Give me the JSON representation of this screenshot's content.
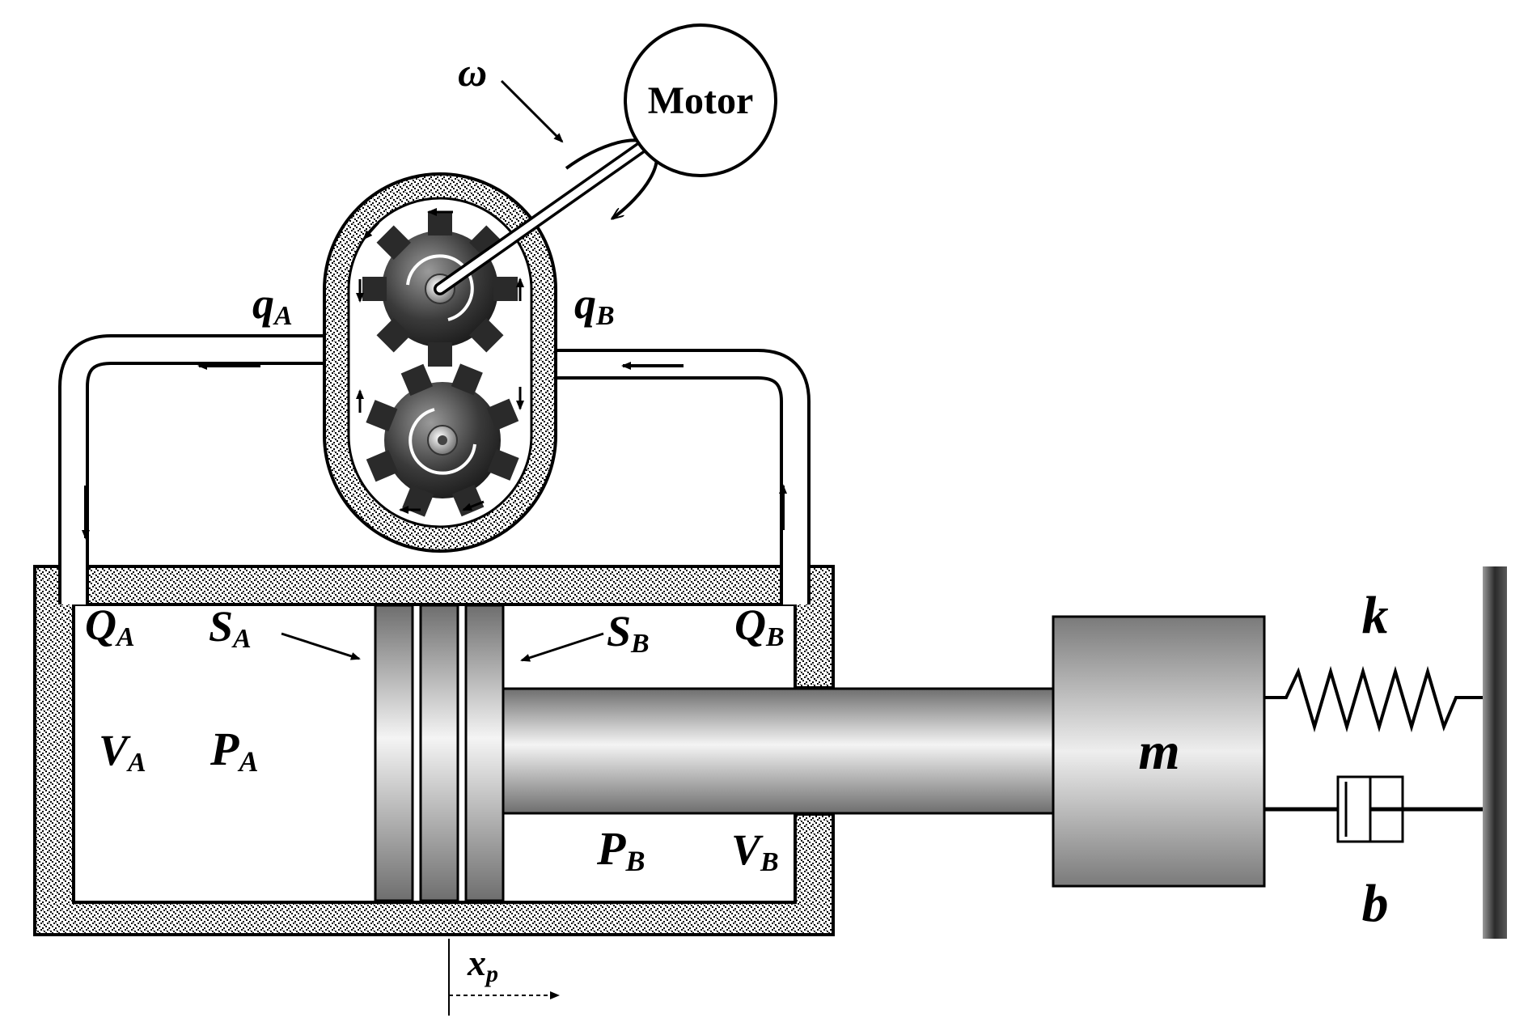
{
  "motor": {
    "label": "Motor"
  },
  "symbols": {
    "omega": "ω",
    "q_A": {
      "main": "q",
      "sub": "A"
    },
    "q_B": {
      "main": "q",
      "sub": "B"
    },
    "Q_A": {
      "main": "Q",
      "sub": "A"
    },
    "Q_B": {
      "main": "Q",
      "sub": "B"
    },
    "S_A": {
      "main": "S",
      "sub": "A"
    },
    "S_B": {
      "main": "S",
      "sub": "B"
    },
    "V_A": {
      "main": "V",
      "sub": "A"
    },
    "V_B": {
      "main": "V",
      "sub": "B"
    },
    "P_A": {
      "main": "P",
      "sub": "A"
    },
    "P_B": {
      "main": "P",
      "sub": "B"
    },
    "m": "m",
    "k": "k",
    "b": "b",
    "x_p": {
      "main": "x",
      "sub": "p"
    }
  },
  "colors": {
    "line": "#000000",
    "housing_fill": "#d9d9d9",
    "gear_dark": "#2b2b2b",
    "gear_light": "#8c8c8c",
    "metal_light": "#f2f2f2",
    "metal_dark": "#6e6e6e",
    "wall": "#3a3a3a"
  }
}
